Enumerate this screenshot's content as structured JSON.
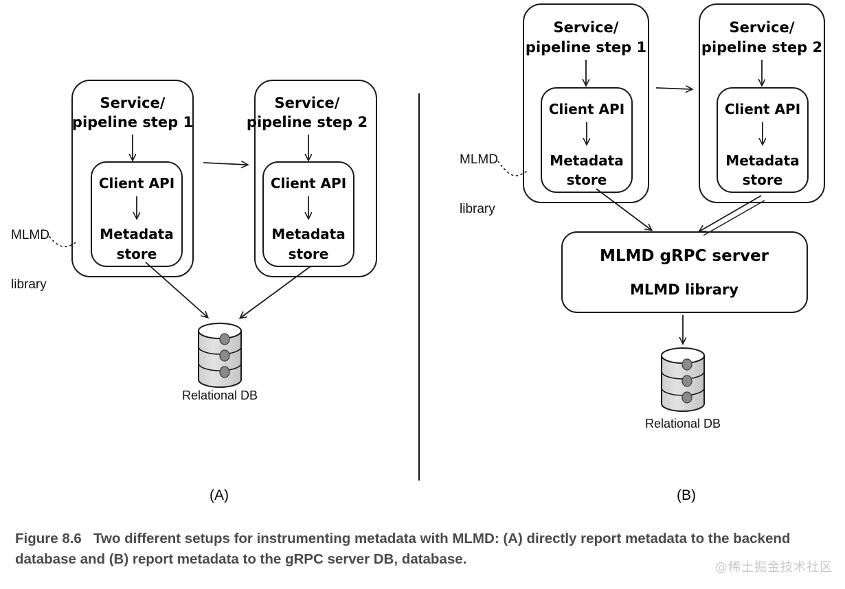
{
  "figure": {
    "caption_number": "Figure 8.6",
    "caption_text": "Two different setups for instrumenting metadata with MLMD: (A) directly report metadata to the backend database and (B) report metadata to the gRPC server DB, database.",
    "watermark": "@稀土掘金技术社区",
    "divider": "vertical-rule"
  },
  "colors": {
    "stroke": "#1a1a1a",
    "caption": "#4a4a4a",
    "db_body": "#d4d4d4",
    "db_top": "#ffffff",
    "db_disk": "#8a8a8a",
    "watermark": "#c9c9c9",
    "background": "#ffffff"
  },
  "panel_a": {
    "letter": "(A)",
    "annotation": {
      "line1": "MLMD",
      "line2": "library"
    },
    "steps": [
      {
        "title_line1": "Service/",
        "title_line2": "pipeline step 1",
        "inner": {
          "api": "Client API",
          "store_line1": "Metadata",
          "store_line2": "store"
        }
      },
      {
        "title_line1": "Service/",
        "title_line2": "pipeline step 2",
        "inner": {
          "api": "Client API",
          "store_line1": "Metadata",
          "store_line2": "store"
        }
      }
    ],
    "database": {
      "label": "Relational DB",
      "segments": 3
    }
  },
  "panel_b": {
    "letter": "(B)",
    "annotation": {
      "line1": "MLMD",
      "line2": "library"
    },
    "steps": [
      {
        "title_line1": "Service/",
        "title_line2": "pipeline step 1",
        "inner": {
          "api": "Client API",
          "store_line1": "Metadata",
          "store_line2": "store"
        }
      },
      {
        "title_line1": "Service/",
        "title_line2": "pipeline step 2",
        "inner": {
          "api": "Client API",
          "store_line1": "Metadata",
          "store_line2": "store"
        }
      }
    ],
    "server": {
      "title": "MLMD gRPC server",
      "subtitle": "MLMD library"
    },
    "database": {
      "label": "Relational DB",
      "segments": 3
    }
  }
}
